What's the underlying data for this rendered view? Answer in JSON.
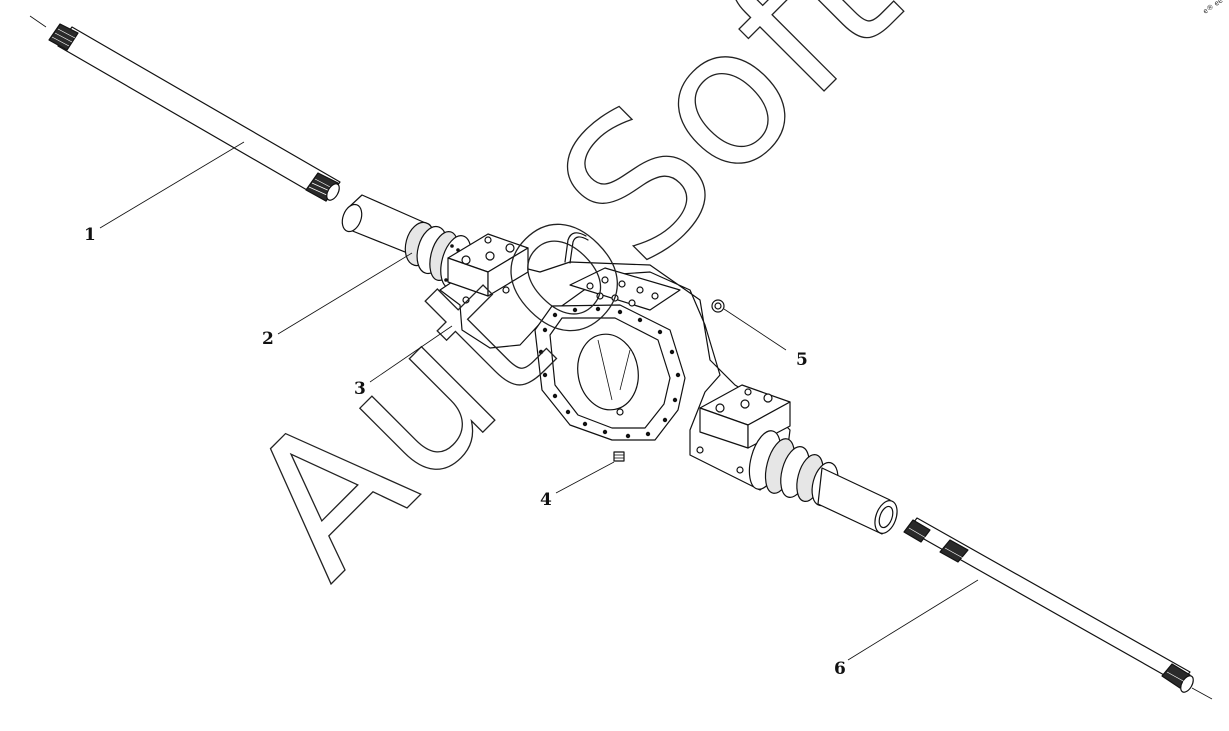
{
  "diagram": {
    "watermark_text": "AutoSoft",
    "corner_mark": "e® ee",
    "callouts": [
      {
        "id": "1",
        "text": "1"
      },
      {
        "id": "2",
        "text": "2"
      },
      {
        "id": "3",
        "text": "3"
      },
      {
        "id": "4",
        "text": "4"
      },
      {
        "id": "5",
        "text": "5"
      },
      {
        "id": "6",
        "text": "6"
      }
    ]
  },
  "colors": {
    "line": "#111111",
    "background": "#ffffff"
  }
}
